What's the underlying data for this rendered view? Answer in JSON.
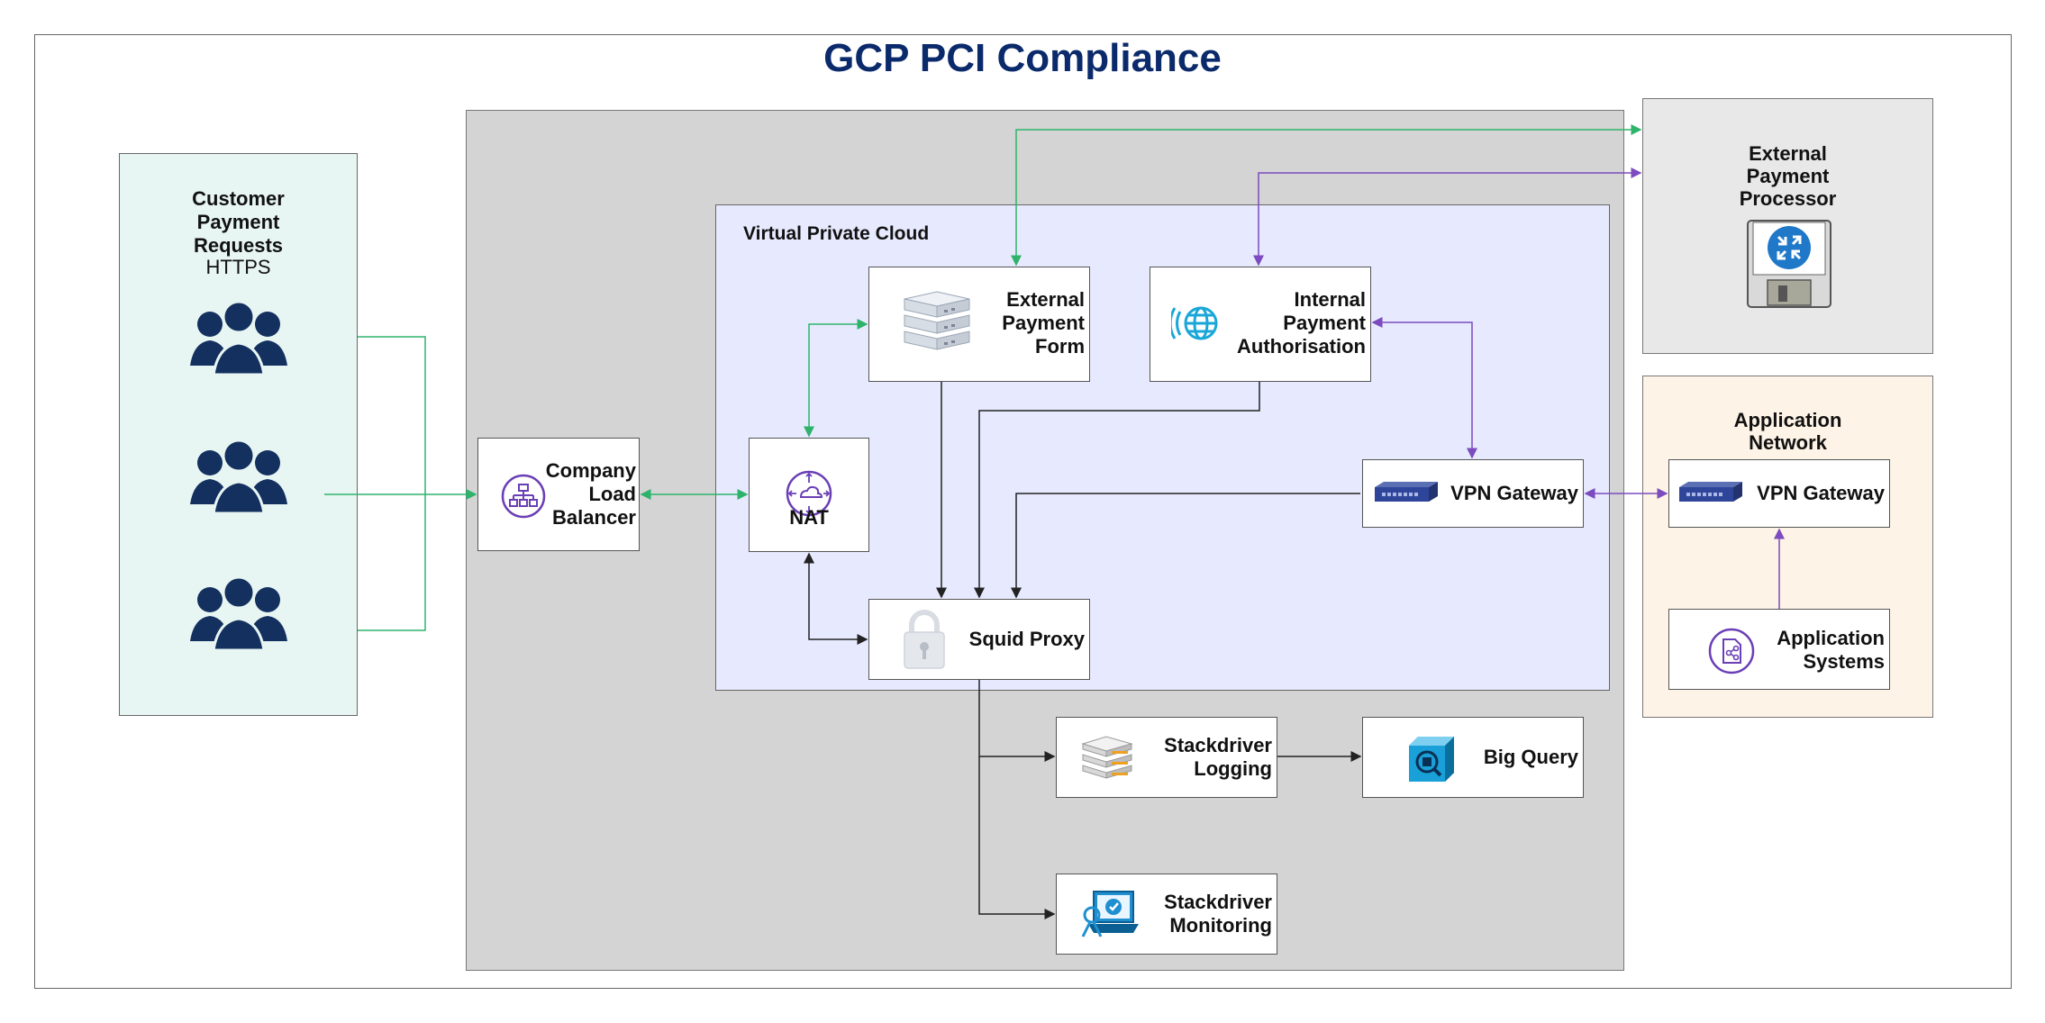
{
  "title": "GCP PCI Compliance",
  "groups": {
    "customer": {
      "title": "Customer Payment Requests",
      "title_lines": [
        "Customer",
        "Payment",
        "Requests"
      ],
      "protocol": "HTTPS"
    },
    "vpc": {
      "label": "Virtual Private Cloud"
    },
    "external_processor": {
      "label": "External Payment Processor",
      "lines": [
        "External",
        "Payment",
        "Processor"
      ]
    },
    "application_network": {
      "label": "Application Network",
      "lines": [
        "Application",
        "Network"
      ]
    }
  },
  "nodes": {
    "load_balancer": {
      "lines": [
        "Company",
        "Load",
        "Balancer"
      ]
    },
    "nat": {
      "label": "NAT"
    },
    "ext_payment_form": {
      "lines": [
        "External",
        "Payment",
        "Form"
      ]
    },
    "int_payment_auth": {
      "lines": [
        "Internal",
        "Payment",
        "Authorisation"
      ]
    },
    "vpn_gateway": {
      "label": "VPN Gateway"
    },
    "squid_proxy": {
      "label": "Squid Proxy"
    },
    "stackdriver_logging": {
      "lines": [
        "Stackdriver",
        "Logging"
      ]
    },
    "big_query": {
      "label": "Big Query"
    },
    "stackdriver_monitoring": {
      "lines": [
        "Stackdriver",
        "Monitoring"
      ]
    },
    "app_vpn_gateway": {
      "label": "VPN Gateway"
    },
    "application_systems": {
      "lines": [
        "Application",
        "Systems"
      ]
    }
  },
  "colors": {
    "title": "#0b2a6b",
    "green_link": "#2eb36b",
    "purple_link": "#7c4bbf",
    "black_link": "#222222",
    "customer_bg": "#e8f6f3",
    "vpc_bg": "#e7eafe",
    "gcp_bg": "#d4d4d4",
    "app_net_bg": "#fdf3e6",
    "icon_purple": "#6a3fb5",
    "people_navy": "#13305f"
  }
}
